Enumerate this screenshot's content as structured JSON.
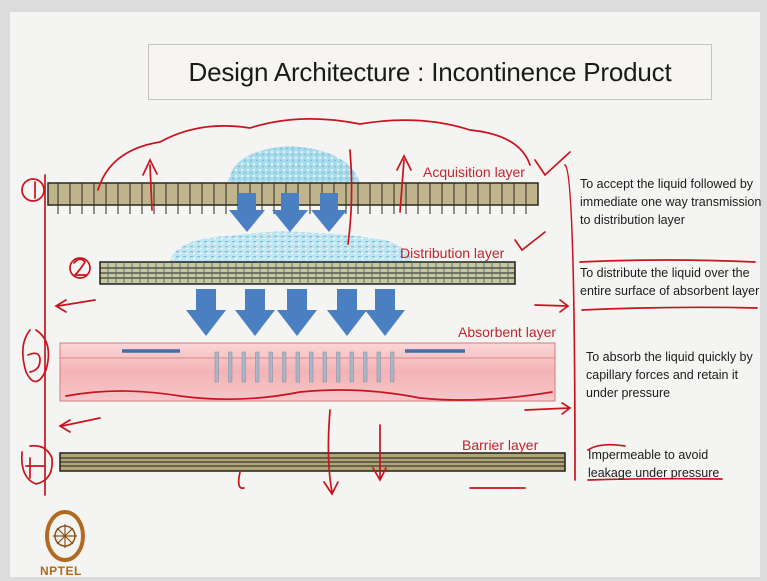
{
  "title": "Design Architecture : Incontinence Product",
  "layers": [
    {
      "label": "Acquisition layer",
      "number": "1",
      "description": "To accept the liquid followed by immediate one way transmission to distribution layer"
    },
    {
      "label": "Distribution layer",
      "number": "2",
      "description": "To distribute the liquid over the entire surface of absorbent layer"
    },
    {
      "label": "Absorbent  layer",
      "number": "3",
      "description": "To absorb the liquid quickly by capillary forces and retain it under pressure"
    },
    {
      "label": "Barrier layer",
      "number": "4",
      "description": "Impermeable to avoid leakage under pressure"
    }
  ],
  "logo": {
    "text": "NPTEL"
  },
  "colors": {
    "arrow_blue": "#4a7fc1",
    "annotation_red": "#c8141e",
    "acquisition_fill": "#bdb48c",
    "absorbent_fill": "#f2b9bc",
    "liquid_blue": "#8fd0e6"
  }
}
